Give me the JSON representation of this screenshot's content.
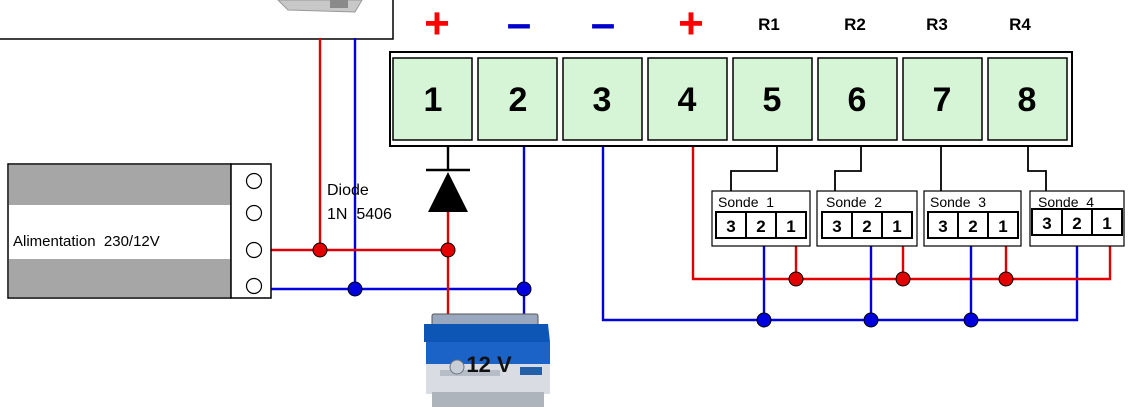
{
  "polarity_signs": [
    {
      "sign": "+",
      "color": "#ff0000"
    },
    {
      "sign": "–",
      "color": "#0000cc"
    },
    {
      "sign": "–",
      "color": "#0000cc"
    },
    {
      "sign": "+",
      "color": "#ff0000"
    }
  ],
  "relay_labels": [
    "R1",
    "R2",
    "R3",
    "R4"
  ],
  "terminal_numbers": [
    "1",
    "2",
    "3",
    "4",
    "5",
    "6",
    "7",
    "8"
  ],
  "terminal_fill": "#d6f5d6",
  "power_supply": {
    "label": "Alimentation  230/12V"
  },
  "diode": {
    "line1": "Diode",
    "line2": "1N  5406"
  },
  "battery": {
    "label": "12 V"
  },
  "sensors": [
    {
      "label": "Sonde  1",
      "pins": [
        "3",
        "2",
        "1"
      ]
    },
    {
      "label": "Sonde  2",
      "pins": [
        "3",
        "2",
        "1"
      ]
    },
    {
      "label": "Sonde  3",
      "pins": [
        "3",
        "2",
        "1"
      ]
    },
    {
      "label": "Sonde  4",
      "pins": [
        "3",
        "2",
        "1"
      ]
    }
  ],
  "wire_colors": {
    "positive": "#e00000",
    "negative": "#0000dd",
    "signal": "#000000"
  }
}
